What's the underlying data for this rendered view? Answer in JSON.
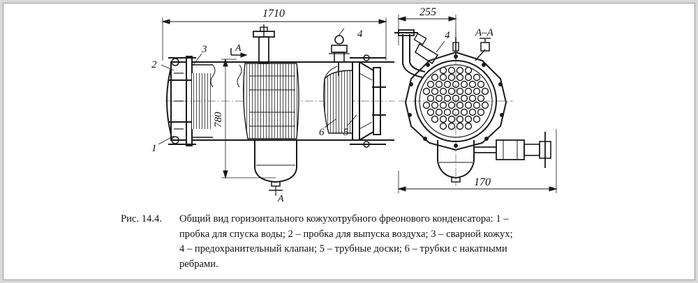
{
  "figure": {
    "dimensions": {
      "overall_length": "1710",
      "height": "780",
      "end_view_width": "255",
      "end_view_pipe": "170"
    },
    "callouts": [
      "1",
      "2",
      "3",
      "4",
      "5",
      "6",
      "4"
    ],
    "section_marks": [
      "A",
      "A",
      "A–A"
    ]
  },
  "caption": {
    "label": "Рис. 14.4.",
    "line1": "Общий вид горизонтального кожухотрубного фреонового конденсатора: 1 –",
    "line2": "пробка для спуска воды; 2 – пробка для выпуска воздуха; 3 – сварной кожух;",
    "line3": "4 – предохранительный клапан; 5 – трубные доски; 6 – трубки с накатными",
    "line4": "ребрами."
  }
}
